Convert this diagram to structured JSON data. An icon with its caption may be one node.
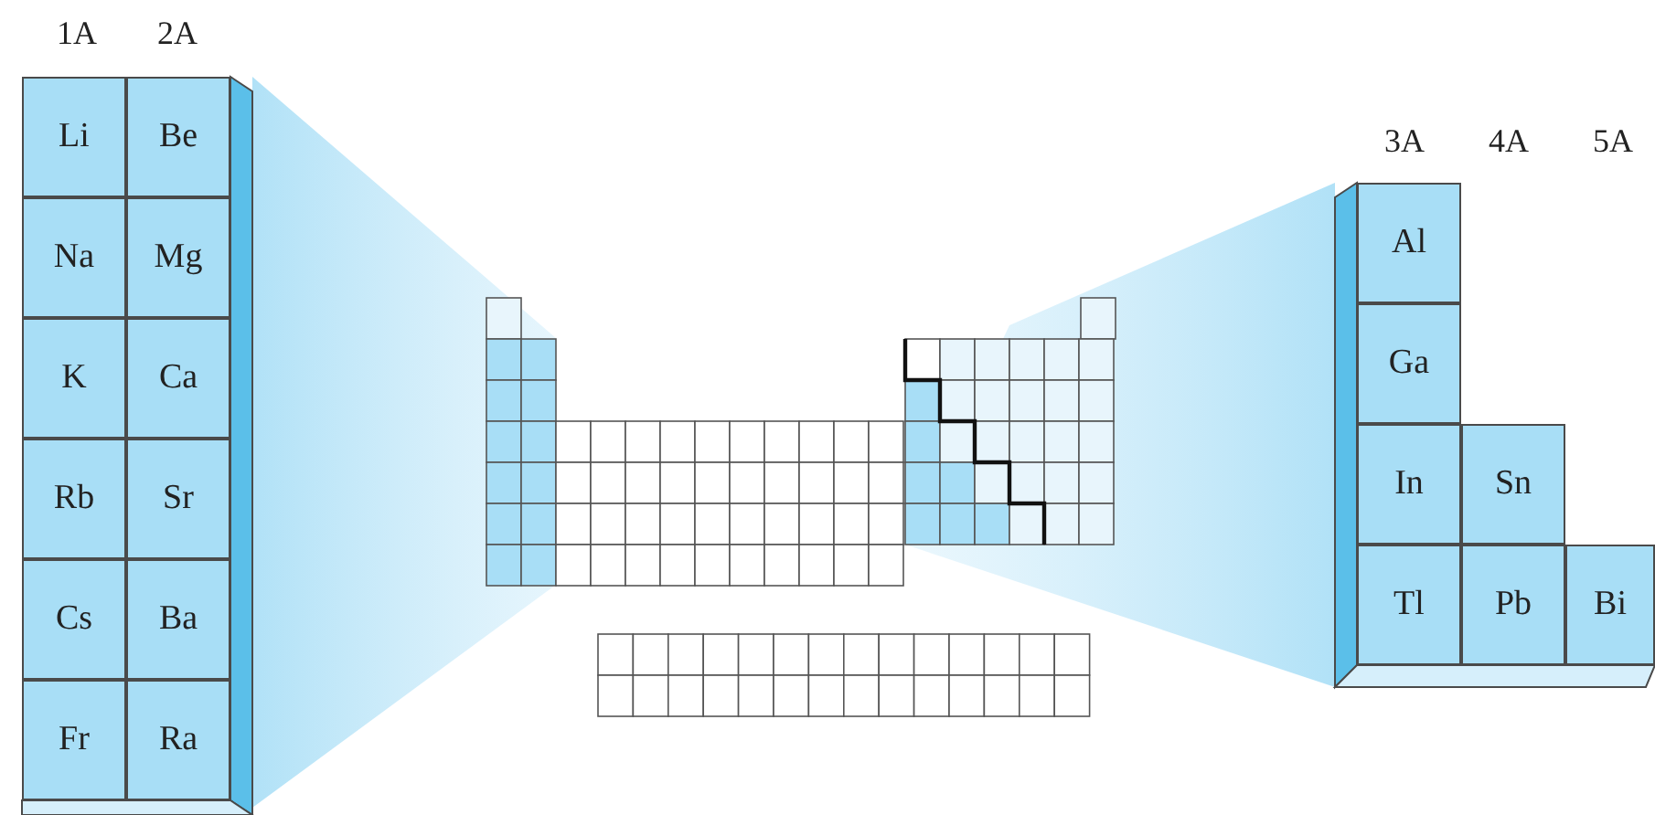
{
  "diagram": {
    "nodes": [
      {
        "text": [
          "Li"
        ]
      },
      {
        "text": [
          "Be"
        ]
      },
      {
        "text": [
          "Na"
        ]
      },
      {
        "text": [
          "Mg"
        ]
      },
      {
        "text": [
          "K"
        ]
      },
      {
        "text": [
          "Ca"
        ]
      },
      {
        "text": [
          "Rb"
        ]
      },
      {
        "text": [
          "Sr"
        ]
      },
      {
        "text": [
          "Cs"
        ]
      },
      {
        "text": [
          "Ba"
        ]
      },
      {
        "text": [
          "Fr"
        ]
      },
      {
        "text": [
          "Ra"
        ]
      },
      {
        "text": [
          "Al"
        ]
      },
      {
        "text": [
          "Ga"
        ]
      },
      {
        "text": [
          "In"
        ]
      },
      {
        "text": [
          "Sn"
        ]
      },
      {
        "text": [
          "Tl"
        ]
      },
      {
        "text": [
          "Pb"
        ]
      },
      {
        "text": [
          "Bi"
        ]
      }
    ],
    "labels": [
      "1A",
      "2A",
      "3A",
      "4A",
      "5A"
    ]
  }
}
